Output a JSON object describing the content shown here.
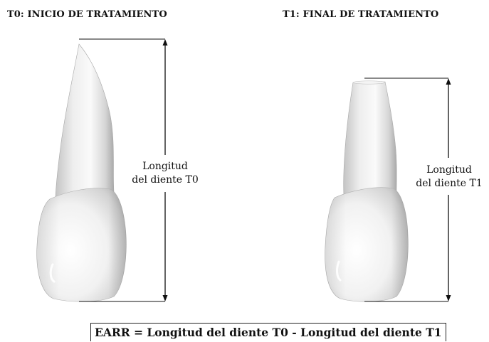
{
  "titles": {
    "t0": "T0: INICIO DE TRATAMIENTO",
    "t1": "T1: FINAL DE TRATAMIENTO"
  },
  "labels": {
    "t0_line1": "Longitud",
    "t0_line2": "del diente T0",
    "t1_line1": "Longitud",
    "t1_line2": "del diente T1"
  },
  "formula": "EARR = Longitud del diente T0 - Longitud del diente T1",
  "colors": {
    "tooth_light": "#fbfbfb",
    "tooth_shadow": "#b9b9b9",
    "line": "#111111"
  }
}
